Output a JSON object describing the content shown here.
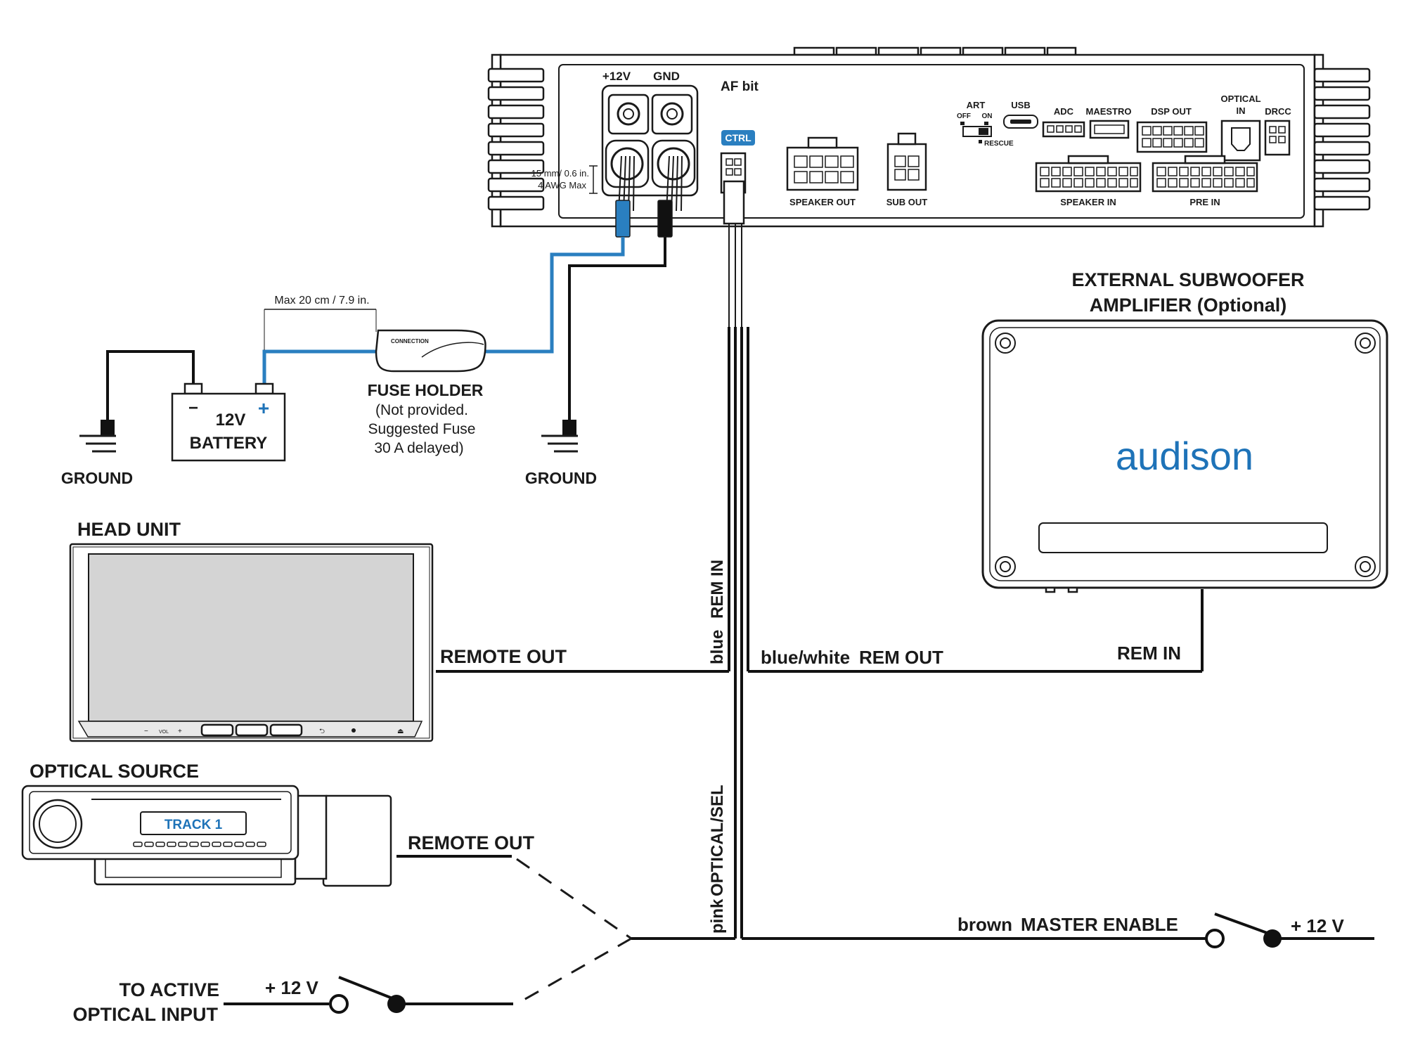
{
  "colors": {
    "blue_wire": "#2a7fc0",
    "brand_blue": "#1e73b8",
    "black_wire": "#111111",
    "screen_gray": "#d4d4d4"
  },
  "amplifier": {
    "power_labels": {
      "plus12v": "+12V",
      "gnd": "GND"
    },
    "model": "AF bit",
    "ctrl": "CTRL",
    "cable_note": [
      "15 mm/ 0.6 in.",
      "4 AWG Max"
    ],
    "ports": {
      "speaker_out": "SPEAKER OUT",
      "sub_out": "SUB OUT",
      "art": "ART",
      "art_off": "OFF",
      "art_on": "ON",
      "rescue": "RESCUE",
      "usb": "USB",
      "adc": "ADC",
      "maestro": "MAESTRO",
      "dsp_out": "DSP OUT",
      "optical_in": [
        "OPTICAL",
        "IN"
      ],
      "drcc": "DRCC",
      "speaker_in": "SPEAKER IN",
      "pre_in": "PRE IN"
    }
  },
  "fuse": {
    "distance": "Max 20 cm / 7.9 in.",
    "title": "FUSE HOLDER",
    "note": [
      "(Not provided.",
      "Suggested Fuse",
      "30 A delayed)"
    ]
  },
  "battery": {
    "minus": "−",
    "plus": "+",
    "line1": "12V",
    "line2": "BATTERY"
  },
  "grounds": {
    "left": "GROUND",
    "right": "GROUND"
  },
  "sub_amp": {
    "title": [
      "EXTERNAL SUBWOOFER",
      "AMPLIFIER (Optional)"
    ],
    "brand": "audison",
    "rem_in": "REM IN"
  },
  "head_unit": {
    "title": "HEAD UNIT",
    "remote_out": "REMOTE OUT"
  },
  "optical_source": {
    "title": "OPTICAL SOURCE",
    "display": "TRACK 1",
    "remote_out": "REMOTE OUT"
  },
  "wires": {
    "blue_color": "blue",
    "blue_label": "REM IN",
    "bluewhite_color": "blue/white",
    "bluewhite_label": "REM OUT",
    "pink_color": "pink",
    "pink_label": "OPTICAL/SEL",
    "brown_color": "brown",
    "brown_label": "MASTER ENABLE",
    "right_supply": "+ 12 V"
  },
  "optical_input": {
    "label": [
      "TO ACTIVE",
      "OPTICAL INPUT"
    ],
    "supply": "+ 12 V"
  }
}
